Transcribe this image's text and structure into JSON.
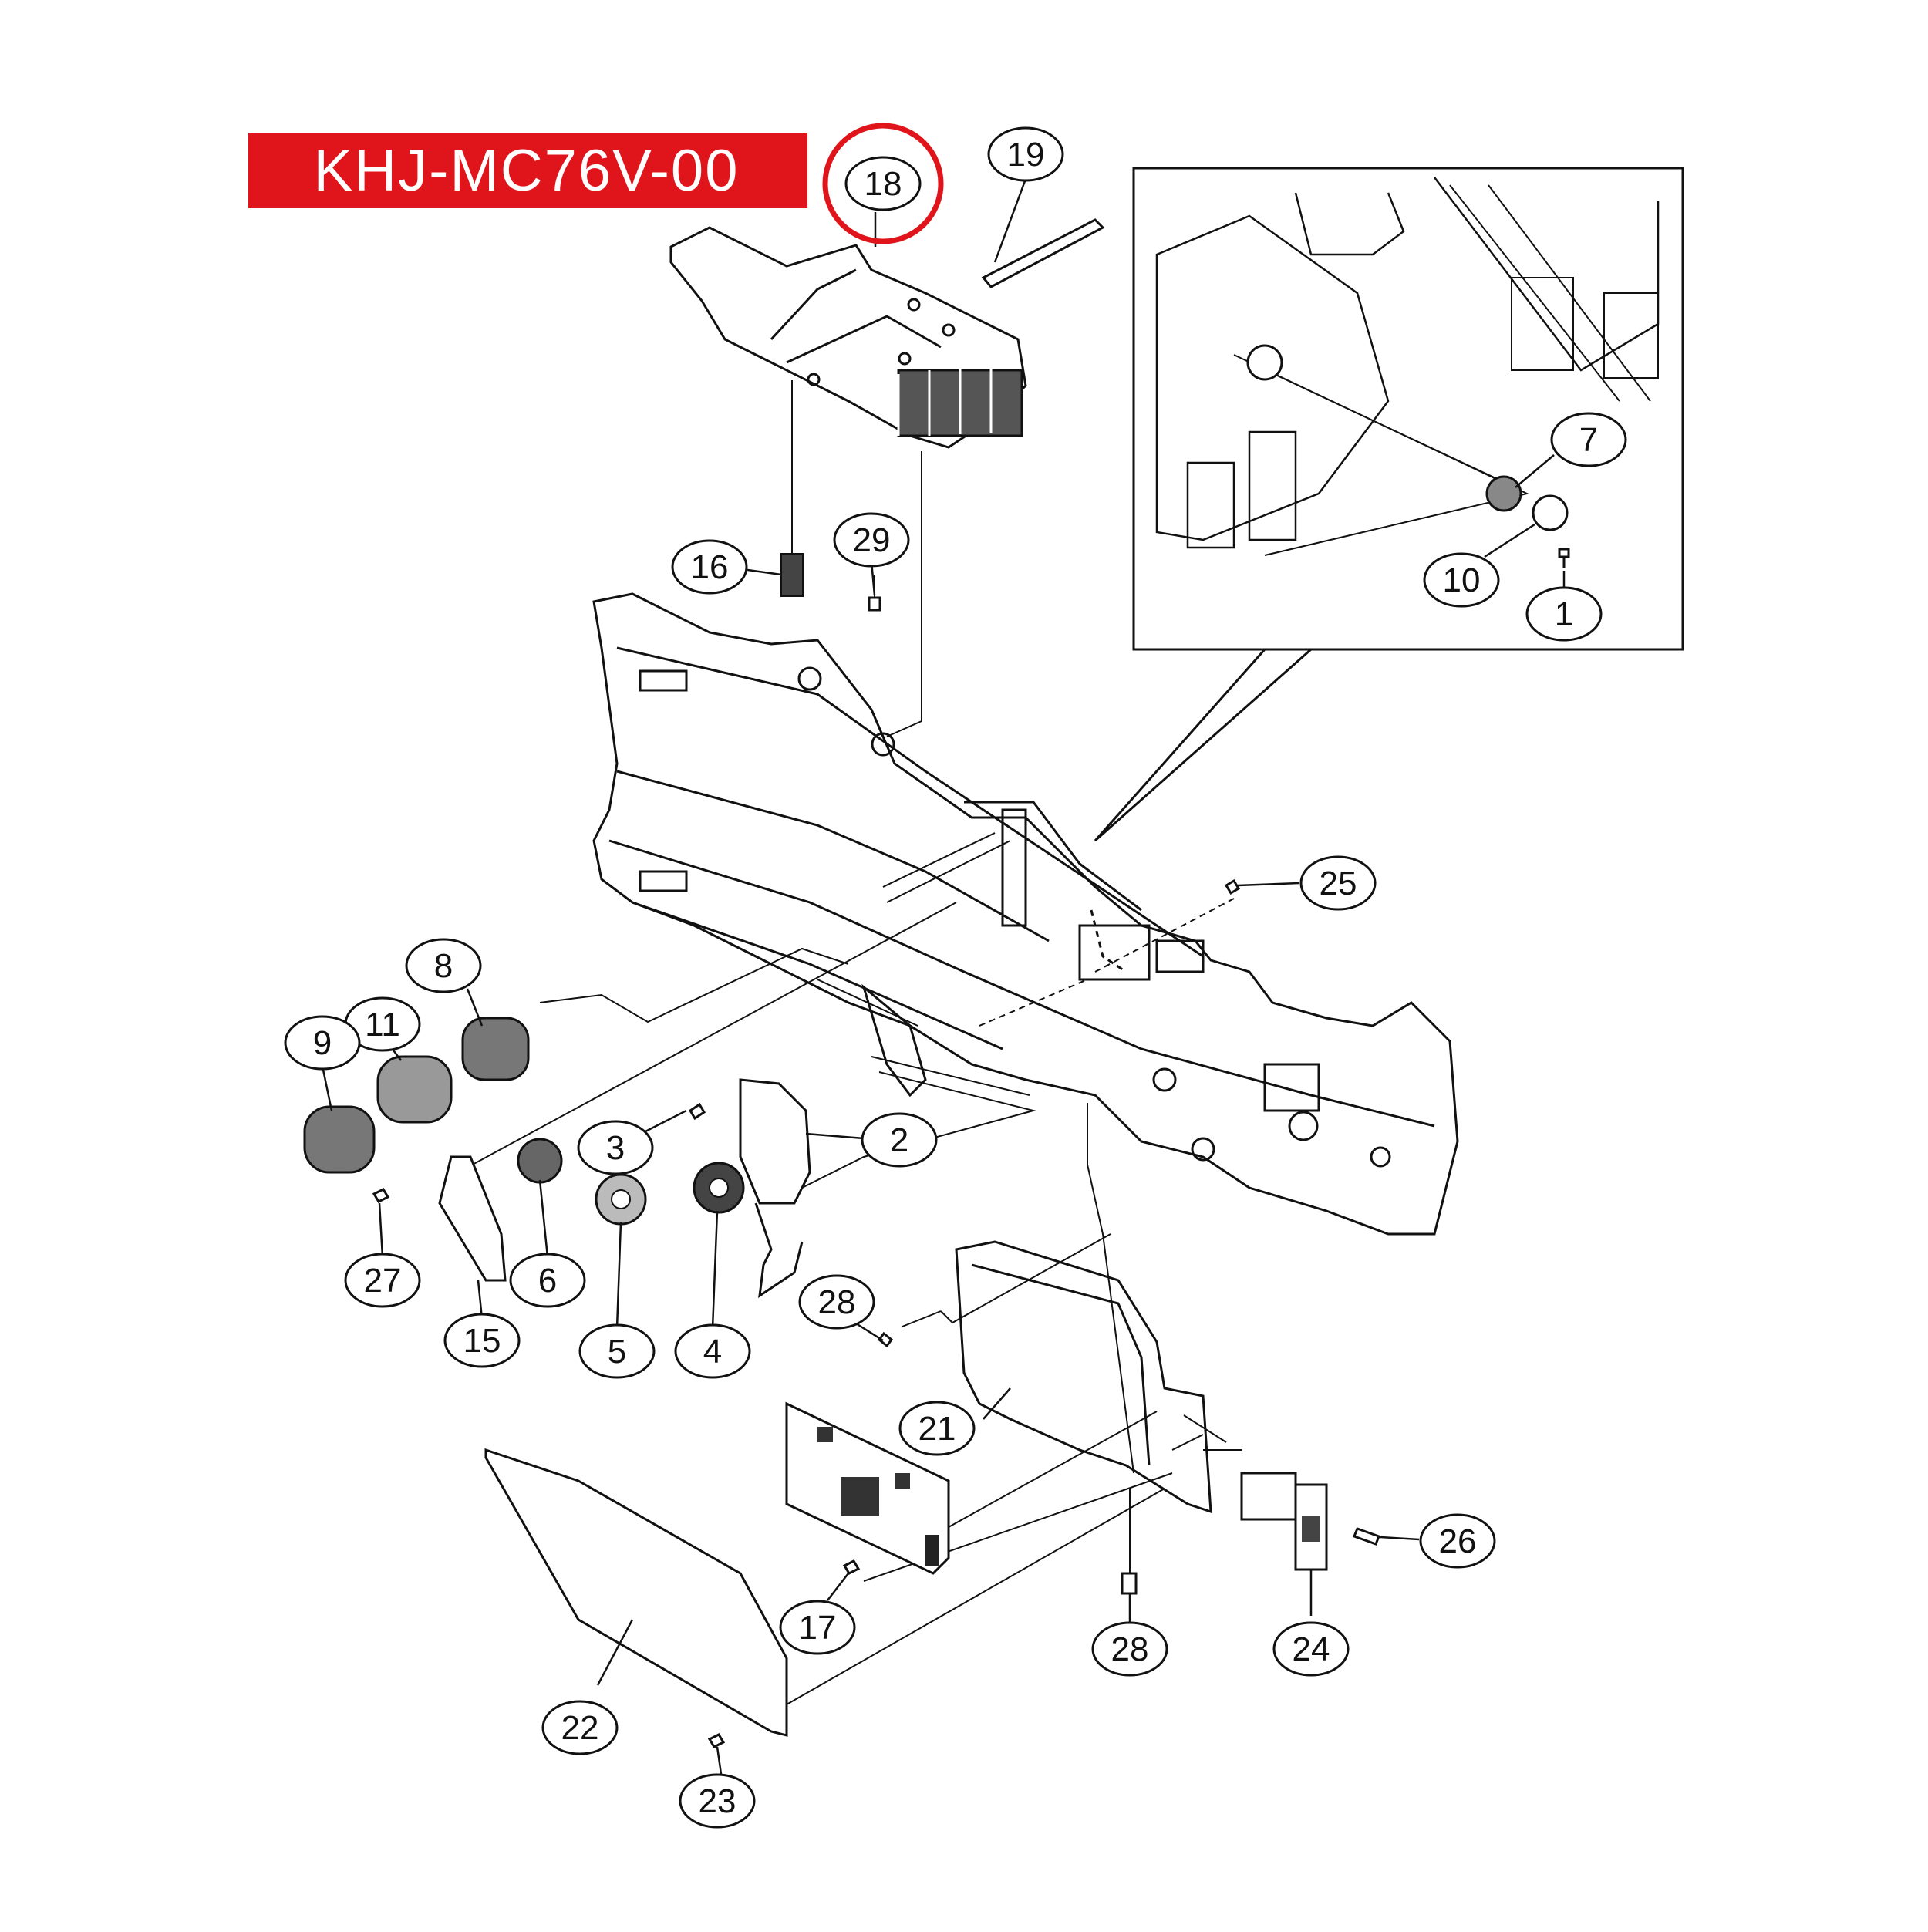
{
  "part_code": "KHJ-MC76V-00",
  "highlight_color": "#e0151b",
  "highlighted_callout": "18",
  "callouts": [
    "18",
    "19",
    "16",
    "29",
    "7",
    "10",
    "1",
    "25",
    "8",
    "11",
    "9",
    "3",
    "2",
    "6",
    "5",
    "4",
    "27",
    "15",
    "28",
    "21",
    "26",
    "17",
    "24",
    "22",
    "23"
  ],
  "callouts_extra": [
    "28"
  ]
}
